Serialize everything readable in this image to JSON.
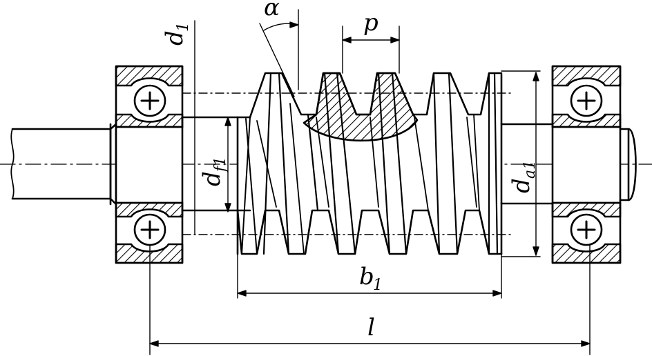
{
  "labels": {
    "alpha": "α",
    "d1": {
      "base": "d",
      "sub": "1"
    },
    "p": "p",
    "df1": {
      "base": "d",
      "sub": "f1"
    },
    "da1": {
      "base": "d",
      "sub": "a1"
    },
    "b1": {
      "base": "b",
      "sub": "1"
    },
    "l": "l"
  },
  "colors": {
    "ink": "#000000",
    "paper": "#ffffff"
  },
  "icons": [
    "bearing-plus-icon"
  ]
}
